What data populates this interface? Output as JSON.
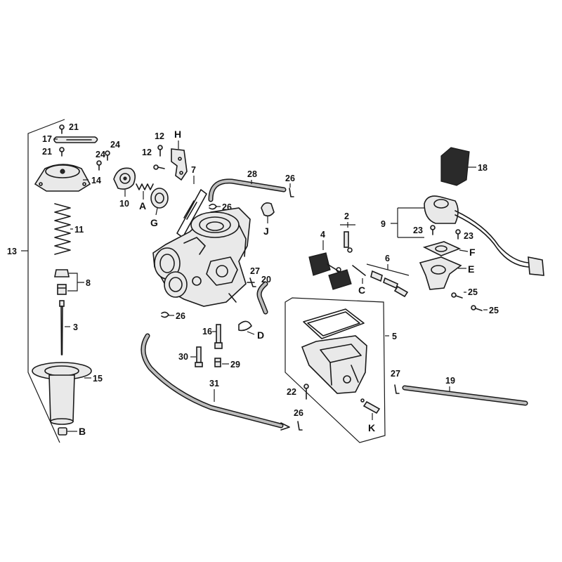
{
  "labels": {
    "n13": "13",
    "n21a": "21",
    "n17": "17",
    "n21b": "21",
    "n24a": "24",
    "n24b": "24",
    "n14": "14",
    "n11": "11",
    "n8": "8",
    "n3": "3",
    "n15": "15",
    "nB": "B",
    "n12a": "12",
    "n12b": "12",
    "nH": "H",
    "n10": "10",
    "nA": "A",
    "nG": "G",
    "n7": "7",
    "n26a": "26",
    "n28": "28",
    "n26b": "26",
    "nJ": "J",
    "n27a": "27",
    "n20": "20",
    "n26c": "26",
    "n16": "16",
    "nD": "D",
    "n30": "30",
    "n29": "29",
    "n31": "31",
    "n26d": "26",
    "n4": "4",
    "n2": "2",
    "n6": "6",
    "nC": "C",
    "n5": "5",
    "n22": "22",
    "nK": "K",
    "n27b": "27",
    "n19": "19",
    "n18": "18",
    "n9": "9",
    "n23a": "23",
    "n23b": "23",
    "nF": "F",
    "nE": "E",
    "n25a": "25",
    "n25b": "25"
  }
}
